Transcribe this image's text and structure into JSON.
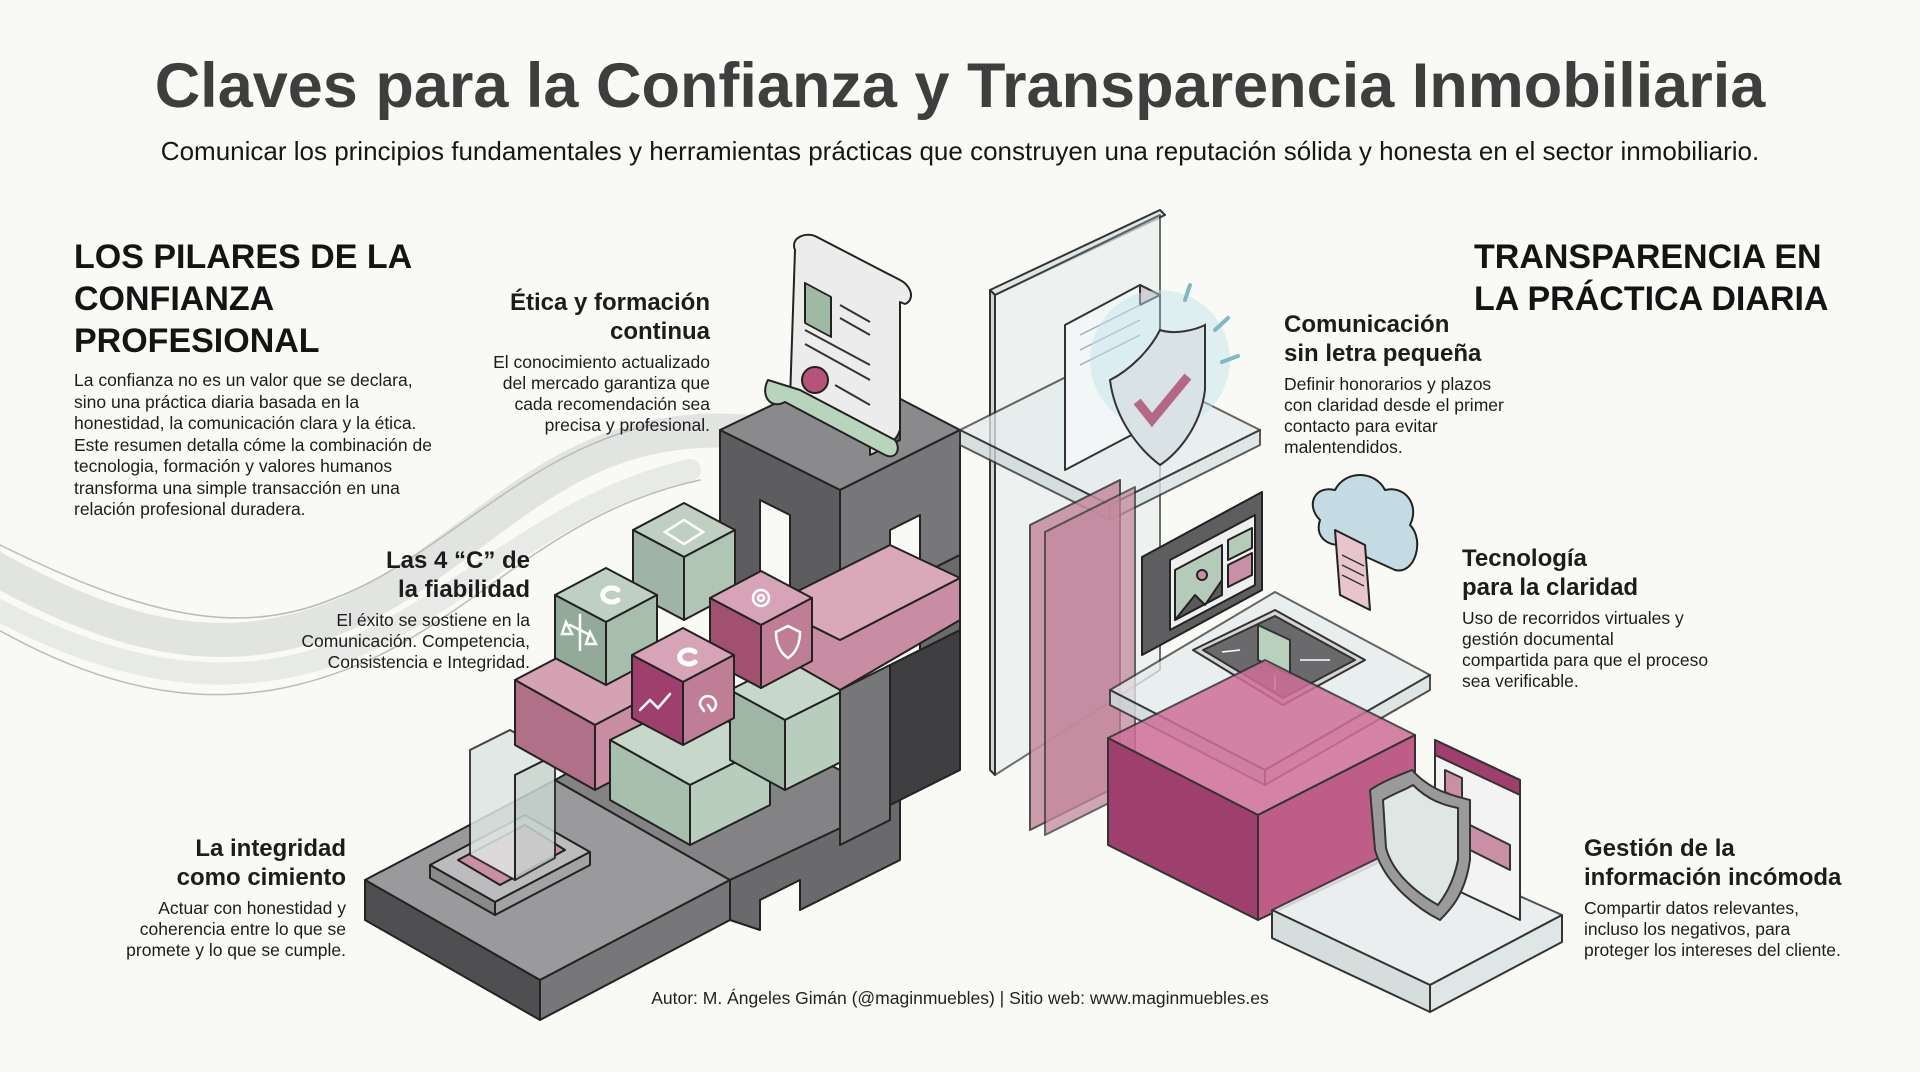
{
  "header": {
    "title": "Claves para la Confianza y Transparencia Inmobiliaria",
    "subtitle": "Comunicar los principios fundamentales y herramientas prácticas que construyen una reputación sólida y honesta en el sector inmobiliario."
  },
  "left_section": {
    "heading_lines": [
      "LOS PILARES DE LA",
      "CONFIANZA",
      "PROFESIONAL"
    ],
    "intro": "La confianza no es un valor que se declara, sino una práctica diaria basada en la honestidad, la comunicación clara y la ética. Este resumen detalla cóme la combinación de tecnologia, formación y valores humanos transforma una simple transacción en una relación profesional duradera.",
    "blocks": [
      {
        "title_lines": [
          "Ética y formación",
          "continua"
        ],
        "body_lines": [
          "El conocimiento actualizado",
          "del mercado garantiza que",
          "cada recomendación sea",
          "precisa y profesional."
        ]
      },
      {
        "title_lines": [
          "Las 4 “C” de",
          "la fiabilidad"
        ],
        "body_lines": [
          "El éxito se sostiene en la",
          "Comunicación. Competencia,",
          "Consistencia e Integridad."
        ]
      },
      {
        "title_lines": [
          "La integridad",
          "como cimiento"
        ],
        "body_lines": [
          "Actuar con honestidad y",
          "coherencia entre lo que se",
          "promete y lo que se cumple."
        ]
      }
    ]
  },
  "right_section": {
    "heading_lines": [
      "TRANSPARENCIA EN",
      "LA PRÁCTICA DIARIA"
    ],
    "blocks": [
      {
        "title_lines": [
          "Comunicación",
          "sin letra pequeña"
        ],
        "body_lines": [
          "Definir honorarios y plazos",
          "con claridad desde el primer",
          "contacto para evitar",
          "malentendidos."
        ]
      },
      {
        "title_lines": [
          "Tecnología",
          "para la claridad"
        ],
        "body_lines": [
          "Uso de recorridos virtuales y",
          "gestión documental",
          "compartida para que el proceso",
          "sea verificable."
        ]
      },
      {
        "title_lines": [
          "Gestión de la",
          "información incómoda"
        ],
        "body_lines": [
          "Compartir datos relevantes,",
          "incluso los negativos, para",
          "proteger los intereses del cliente."
        ]
      }
    ]
  },
  "illustration": {
    "cube_icons": [
      "house-icon",
      "c-letter-icon",
      "scales-icon",
      "gear-icon",
      "shield-icon",
      "c-letter-icon",
      "trend-arrow-icon",
      "refresh-icon"
    ],
    "cube_letters": [
      "C",
      "C"
    ],
    "colors": {
      "gray_dark": "#5d5d60",
      "gray_mid": "#7b7b7e",
      "gray_light": "#a3a3a6",
      "sage": "#a9bfae",
      "sage_light": "#c7d8ca",
      "mauve": "#b8748d",
      "mauve_light": "#d7a3b6",
      "magenta": "#9e3f6e",
      "glass": "#e4ecec",
      "cloud": "#c4dbe4"
    }
  },
  "footer": {
    "credit": "Autor: M. Ángeles Gimán (@maginmuebles) | Sitio web: www.maginmuebles.es"
  }
}
